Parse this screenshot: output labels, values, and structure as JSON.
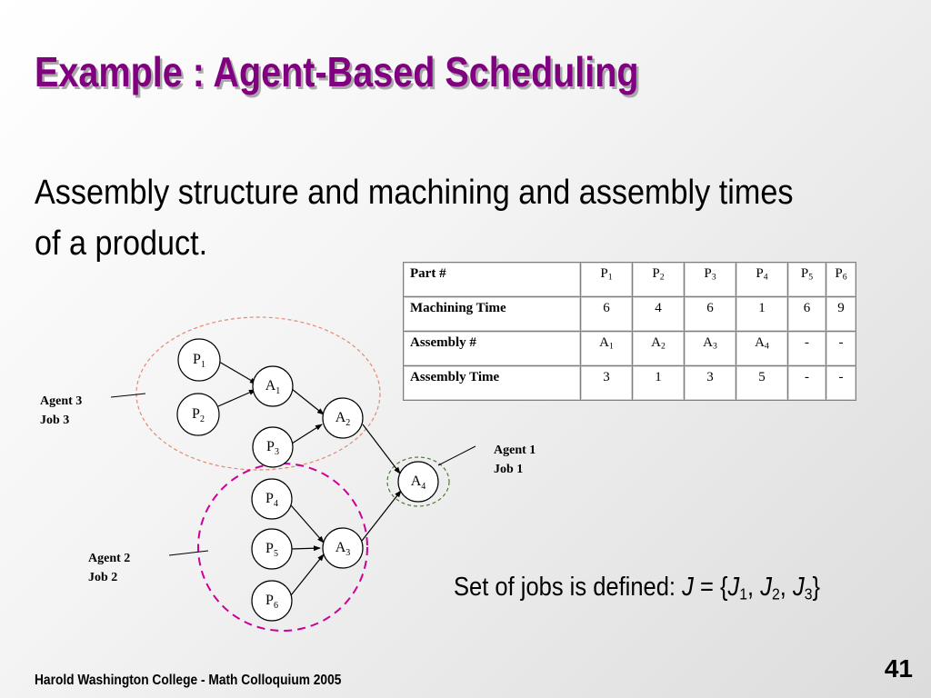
{
  "slide": {
    "title": "Example : Agent-Based Scheduling",
    "subtitle_line1": "Assembly structure and machining and assembly times",
    "subtitle_line2": "of a product.",
    "footer": "Harold Washington College - Math Colloquium 2005",
    "page_number": "41"
  },
  "table": {
    "rows": [
      {
        "label": "Part #",
        "cells": [
          [
            "P",
            "1"
          ],
          [
            "P",
            "2"
          ],
          [
            "P",
            "3"
          ],
          [
            "P",
            "4"
          ],
          [
            "P",
            "5"
          ],
          [
            "P",
            "6"
          ]
        ]
      },
      {
        "label": "Machining Time",
        "cells": [
          [
            "6",
            ""
          ],
          [
            "4",
            ""
          ],
          [
            "6",
            ""
          ],
          [
            "1",
            ""
          ],
          [
            "6",
            ""
          ],
          [
            "9",
            ""
          ]
        ]
      },
      {
        "label": "Assembly #",
        "cells": [
          [
            "A",
            "1"
          ],
          [
            "A",
            "2"
          ],
          [
            "A",
            "3"
          ],
          [
            "A",
            "4"
          ],
          [
            "-",
            ""
          ],
          [
            "-",
            ""
          ]
        ]
      },
      {
        "label": "Assembly Time",
        "cells": [
          [
            "3",
            ""
          ],
          [
            "1",
            ""
          ],
          [
            "3",
            ""
          ],
          [
            "5",
            ""
          ],
          [
            "-",
            ""
          ],
          [
            "-",
            ""
          ]
        ]
      }
    ]
  },
  "diagram": {
    "nodes": {
      "p1": {
        "base": "P",
        "sub": "1"
      },
      "p2": {
        "base": "P",
        "sub": "2"
      },
      "p3": {
        "base": "P",
        "sub": "3"
      },
      "p4": {
        "base": "P",
        "sub": "4"
      },
      "p5": {
        "base": "P",
        "sub": "5"
      },
      "p6": {
        "base": "P",
        "sub": "6"
      },
      "a1": {
        "base": "A",
        "sub": "1"
      },
      "a2": {
        "base": "A",
        "sub": "2"
      },
      "a3": {
        "base": "A",
        "sub": "3"
      },
      "a4": {
        "base": "A",
        "sub": "4"
      }
    },
    "agents": {
      "agent3": {
        "line1": "Agent 3",
        "line2": "Job 3"
      },
      "agent2": {
        "line1": "Agent 2",
        "line2": "Job 2"
      },
      "agent1": {
        "line1": "Agent 1",
        "line2": "Job 1"
      }
    },
    "colors": {
      "agent3_ellipse": "#e08a72",
      "agent2_ellipse": "#cc0099",
      "agent1_ellipse": "#4f7a2f"
    }
  },
  "jobs": {
    "prefix": "Set of jobs is defined: ",
    "var": "J",
    "eq": " = {",
    "j": "J",
    "s1": "1",
    "sep1": ", ",
    "s2": "2",
    "sep2": ", ",
    "s3": "3",
    "close": "}"
  }
}
